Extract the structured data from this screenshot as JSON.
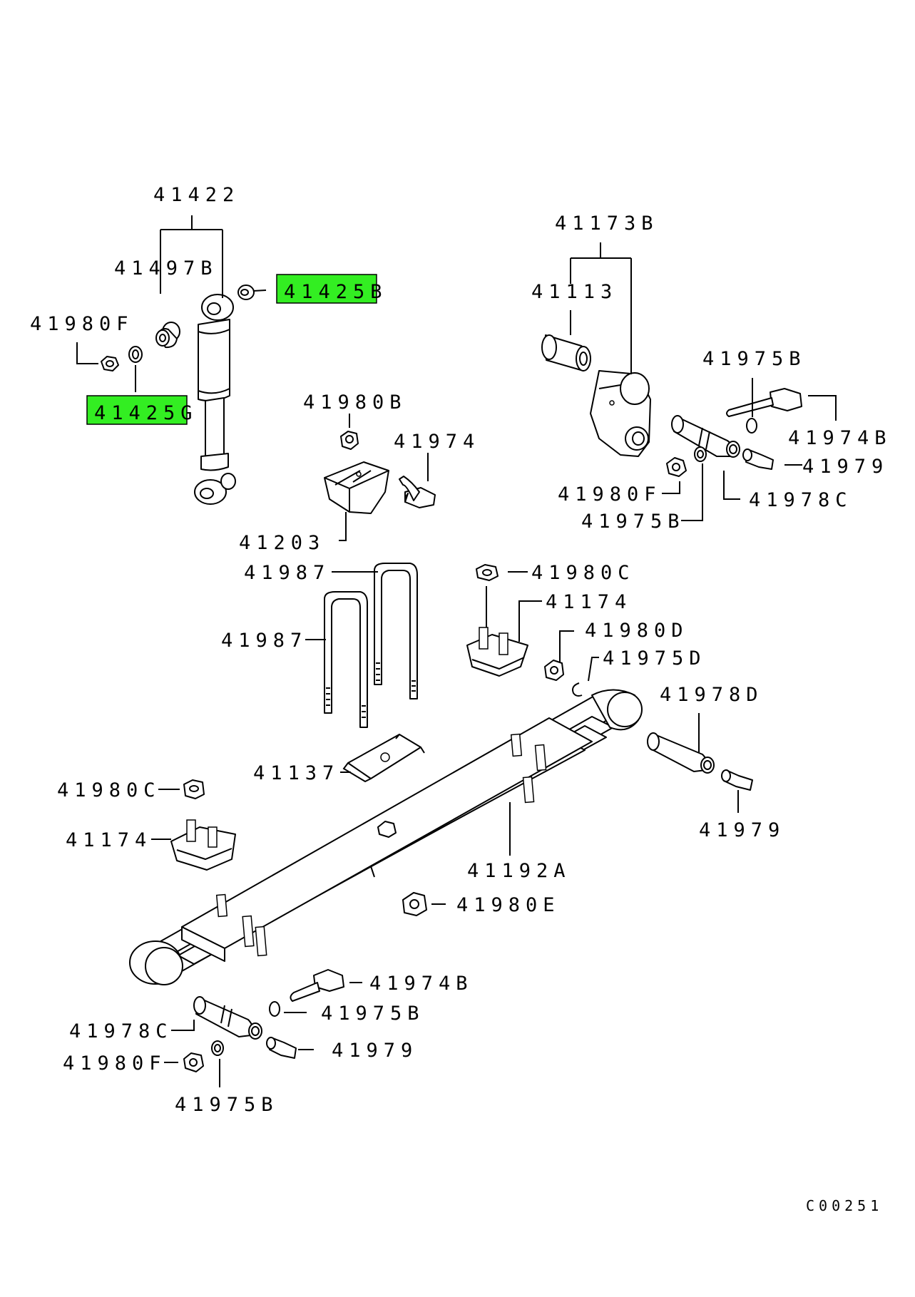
{
  "diagram_code": "C00251",
  "labels": {
    "l41422": "41422",
    "l41497B": "41497B",
    "l41425B": "41425B",
    "l41980F_top": "41980F",
    "l41425G": "41425G",
    "l41173B": "41173B",
    "l41113": "41113",
    "l41975B_top": "41975B",
    "l41974B_top": "41974B",
    "l41979_top": "41979",
    "l41980F_right": "41980F",
    "l41975B_right": "41975B",
    "l41978C_right": "41978C",
    "l41980B": "41980B",
    "l41974": "41974",
    "l41203": "41203",
    "l41987_a": "41987",
    "l41987_b": "41987",
    "l41980C_mid": "41980C",
    "l41174_mid": "41174",
    "l41980D": "41980D",
    "l41975D": "41975D",
    "l41978D": "41978D",
    "l41979_mid": "41979",
    "l41137": "41137",
    "l41980C_left": "41980C",
    "l41174_left": "41174",
    "l41192A": "41192A",
    "l41980E": "41980E",
    "l41974B_bottom": "41974B",
    "l41975B_bottom": "41975B",
    "l41978C_bottom": "41978C",
    "l41979_bottom": "41979",
    "l41980F_bottom": "41980F",
    "l41975B_lowest": "41975B"
  },
  "highlight_color": "#33ee22"
}
